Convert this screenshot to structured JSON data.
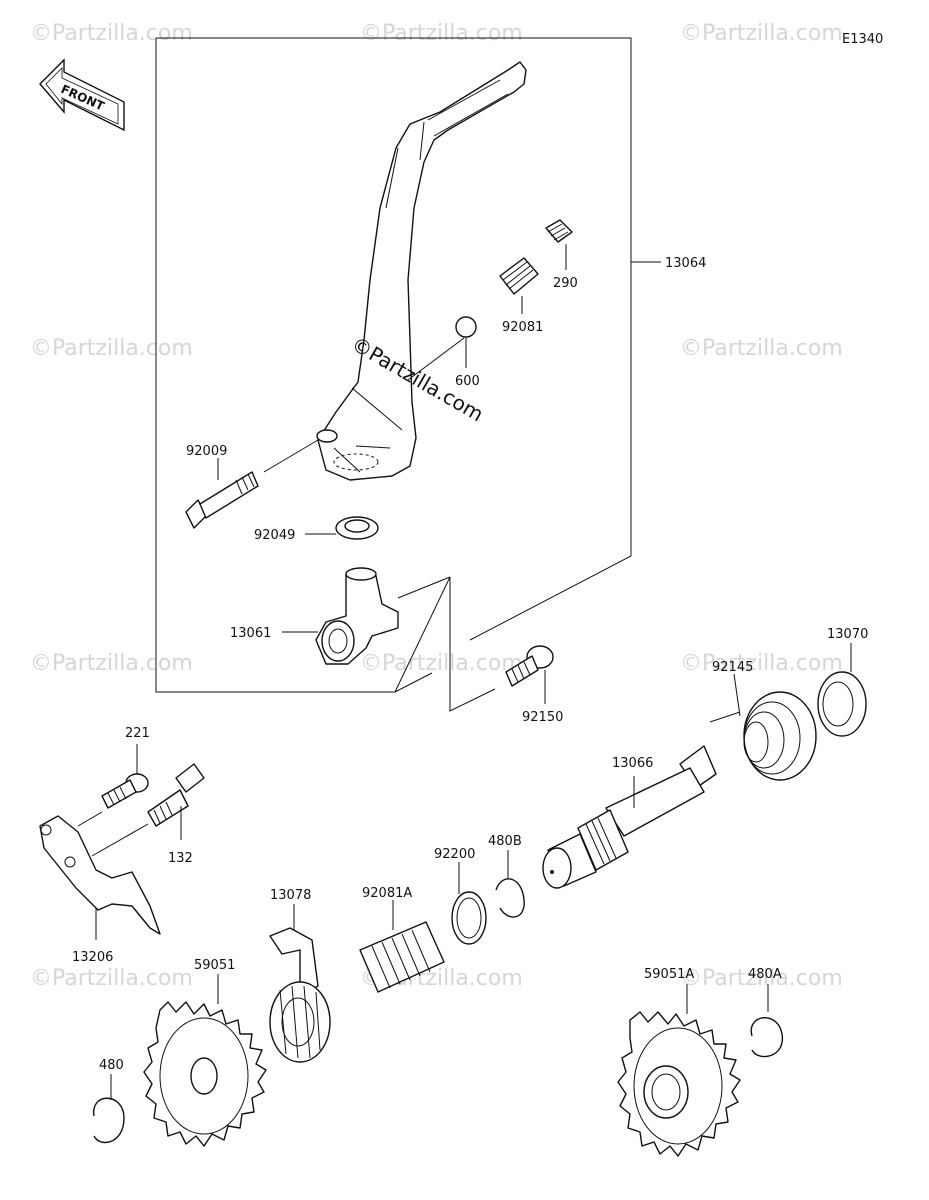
{
  "diagram_code": "E1340",
  "front_label": "FRONT",
  "watermarks": {
    "small": "©Partzilla.com",
    "center": "©Partzilla.com"
  },
  "parts": {
    "p13064": "13064",
    "p290": "290",
    "p92081": "92081",
    "p600": "600",
    "p92009": "92009",
    "p92049": "92049",
    "p13061": "13061",
    "p92150": "92150",
    "p13070": "13070",
    "p92145": "92145",
    "p13066": "13066",
    "p221": "221",
    "p132": "132",
    "p13206": "13206",
    "p480B": "480B",
    "p92200": "92200",
    "p92081A": "92081A",
    "p13078": "13078",
    "p59051": "59051",
    "p480": "480",
    "p59051A": "59051A",
    "p480A": "480A"
  }
}
